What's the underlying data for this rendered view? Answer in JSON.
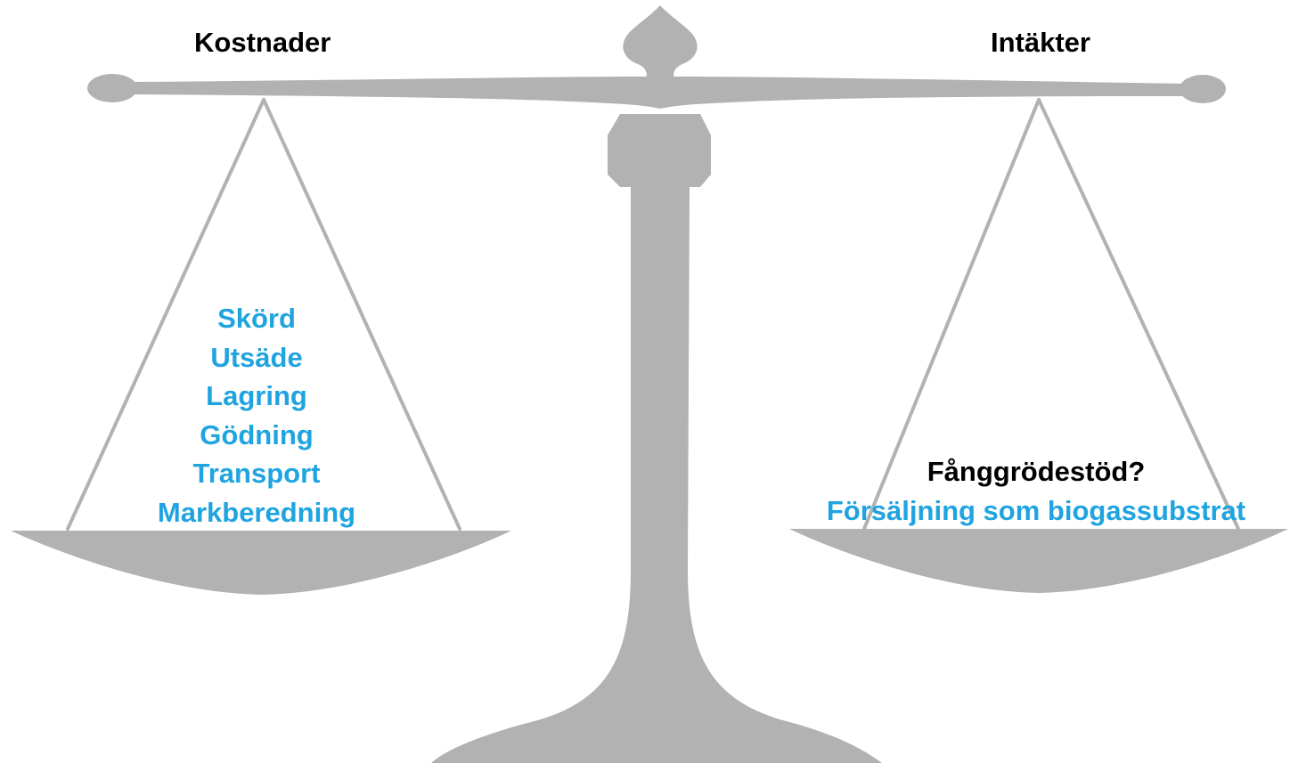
{
  "colors": {
    "scale_gray": "#b2b2b2",
    "item_blue": "#1fa4e0",
    "heading_black": "#000000"
  },
  "headings": {
    "costs": "Kostnader",
    "income": "Intäkter"
  },
  "costs": {
    "items": [
      "Skörd",
      "Utsäde",
      "Lagring",
      "Gödning",
      "Transport",
      "Markberedning"
    ]
  },
  "income": {
    "subsidy": "Fånggrödestöd?",
    "sale": "Försäljning som biogassubstrat"
  }
}
